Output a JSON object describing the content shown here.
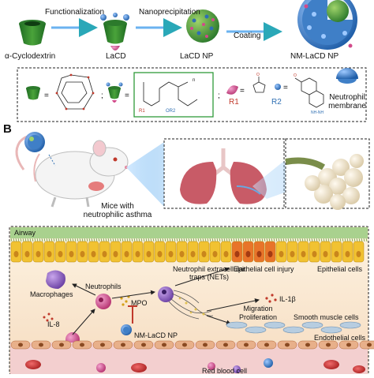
{
  "panel_a": {
    "steps": [
      "Functionalization",
      "Nanoprecipitation",
      "Coating"
    ],
    "items": [
      "α-Cyclodextrin",
      "LaCD",
      "LaCD NP",
      "NM-LaCD NP"
    ],
    "legend": {
      "r1": "R1",
      "r2": "R2",
      "membrane": [
        "Neutrophil",
        "membrane"
      ]
    }
  },
  "panel_b": {
    "letter": "B",
    "mice_label": [
      "Mice with",
      "neutrophilic asthma"
    ],
    "airway": "Airway",
    "labels": {
      "nets": [
        "Neutrophil extracellular",
        "traps (NETs)"
      ],
      "epithelial_injury": "Epithelial cell injury",
      "epithelial_cells": "Epithelial cells",
      "macrophages": "Macrophages",
      "neutrophils": "Neutrophils",
      "mpo": "MPO",
      "il8": "IL-8",
      "il1b": "IL-1β",
      "migration": [
        "Migration",
        "Proliferation"
      ],
      "smooth_muscle": "Smooth muscle cells",
      "nm_lacd": "NM-LaCD NP",
      "endothelial": "Endothelial cells",
      "red_blood": "Red blood cell"
    }
  },
  "colors": {
    "green": "#3a8a2a",
    "pink": "#d24a8a",
    "blue": "#2f6fb3",
    "red": "#c0392b",
    "epithelial_yellow": "#f1c232",
    "epithelial_orange": "#e8742a",
    "airway_green": "#a9d18e"
  }
}
